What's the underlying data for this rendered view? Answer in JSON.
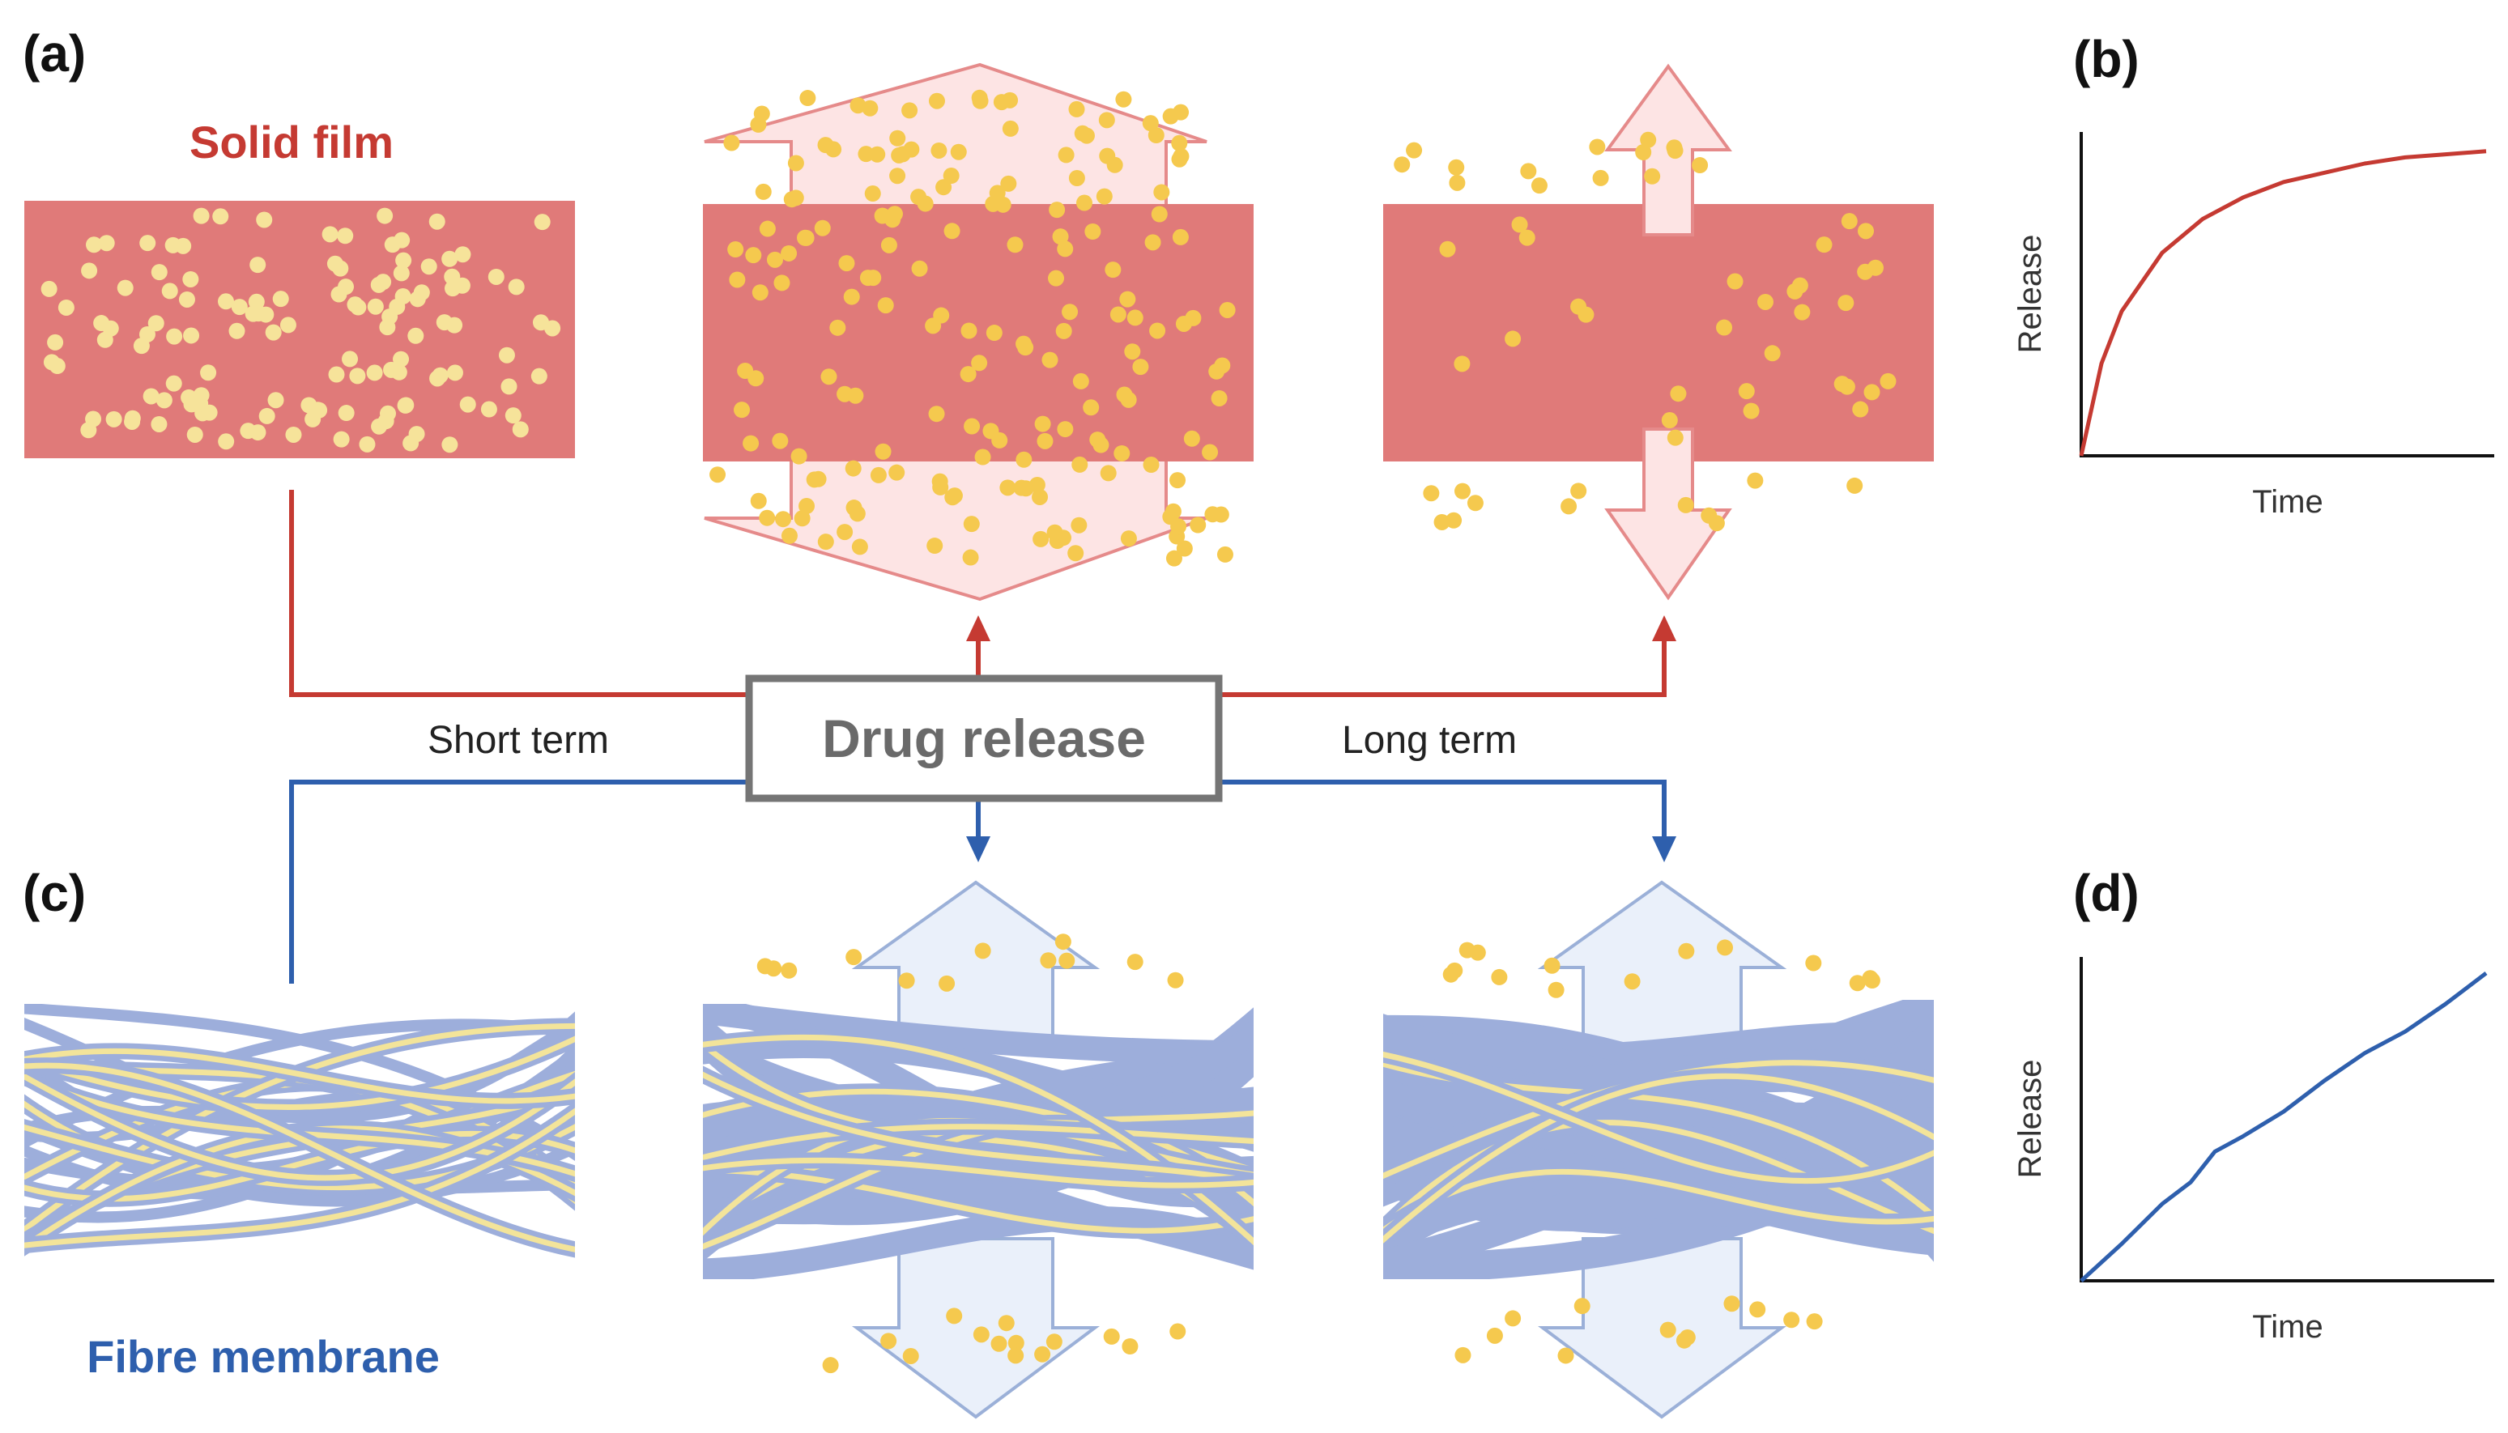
{
  "colors": {
    "film": "#e07a79",
    "film_arrow_fill": "#fde4e4",
    "film_arrow_stroke": "#e58a8a",
    "drug": "#f5c94e",
    "drug_light": "#f6e39a",
    "red_line": "#c53a32",
    "blue_line": "#2e5fad",
    "fibre": "#9daedb",
    "fibre_core": "#f3e49a",
    "blue_arrow_fill": "#eaf0fa",
    "blue_arrow_stroke": "#9bb0d8",
    "center_box_stroke": "#757575",
    "center_text": "#6a6a6a"
  },
  "labels": {
    "panel_a": "(a)",
    "panel_b": "(b)",
    "panel_c": "(c)",
    "panel_d": "(d)",
    "solid_film": "Solid film",
    "fibre_membrane": "Fibre membrane",
    "drug_release": "Drug release",
    "short_term": "Short term",
    "long_term": "Long term"
  },
  "chart_data": [
    {
      "type": "line",
      "panel": "(b)",
      "xlabel": "Time",
      "ylabel": "Release",
      "series": [
        {
          "color": "#c53a32",
          "x": [
            0,
            0.05,
            0.1,
            0.2,
            0.3,
            0.4,
            0.5,
            0.6,
            0.7,
            0.8,
            0.9,
            1.0
          ],
          "y": [
            0,
            0.3,
            0.47,
            0.66,
            0.77,
            0.84,
            0.89,
            0.92,
            0.95,
            0.97,
            0.98,
            0.99
          ]
        }
      ]
    },
    {
      "type": "line",
      "panel": "(d)",
      "xlabel": "Time",
      "ylabel": "Release",
      "series": [
        {
          "color": "#2e5fad",
          "x": [
            0,
            0.1,
            0.2,
            0.27,
            0.33,
            0.4,
            0.5,
            0.6,
            0.7,
            0.8,
            0.9,
            1.0
          ],
          "y": [
            0,
            0.12,
            0.25,
            0.32,
            0.42,
            0.47,
            0.55,
            0.65,
            0.74,
            0.81,
            0.9,
            1.0
          ]
        }
      ]
    }
  ]
}
